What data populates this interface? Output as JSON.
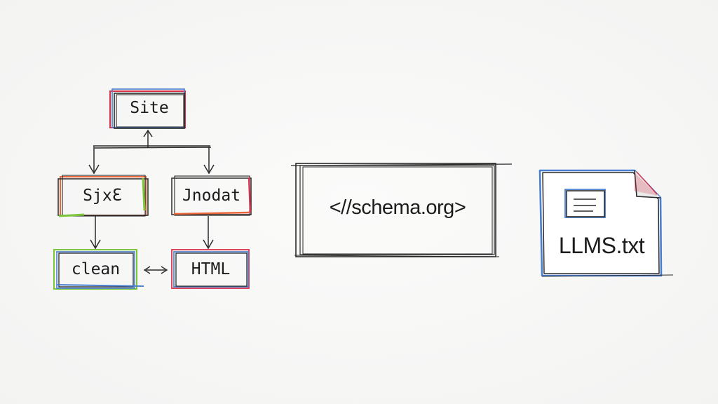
{
  "nodes": {
    "site": "Site",
    "sjxe": "Sjxℇ",
    "jnodat": "Jnodat",
    "clean": "clean",
    "html": "HTML",
    "schema": "<//schema.org>",
    "llms": "LLMS.txt"
  },
  "edges": {
    "clean_html": "<->"
  },
  "colors": {
    "ink": "#2a2a2a",
    "red": "#d8324a",
    "blue": "#4a7fd0",
    "green": "#7cc63a",
    "orange": "#e8663a"
  }
}
